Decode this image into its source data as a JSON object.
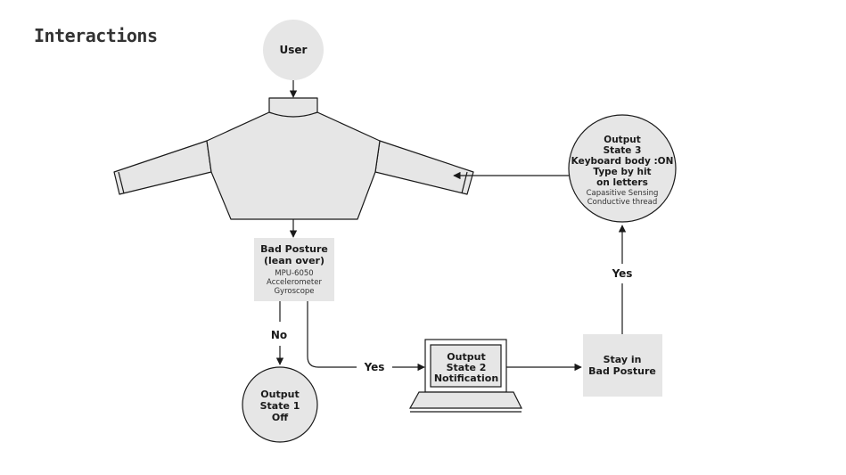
{
  "title": "Interactions",
  "colors": {
    "node_fill": "#e6e6e6",
    "stroke": "#1a1a1a",
    "sweater_fill": "#e6e6e6"
  },
  "nodes": {
    "user": {
      "label": "User"
    },
    "bad_posture": {
      "lines": [
        "Bad Posture",
        "(lean over)"
      ],
      "sub": [
        "MPU-6050",
        "Accelerometer",
        "Gyroscope"
      ]
    },
    "output1": {
      "lines": [
        "Output",
        "State 1",
        "Off"
      ]
    },
    "output2": {
      "lines": [
        "Output",
        "State 2",
        "Notification"
      ]
    },
    "stay": {
      "lines": [
        "Stay in",
        "Bad Posture"
      ]
    },
    "output3": {
      "lines": [
        "Output",
        "State 3",
        "Keyboard body :ON",
        "Type by hit",
        "on letters"
      ],
      "sub": [
        "Capasitive Sensing",
        "Conductive thread"
      ]
    }
  },
  "edges": {
    "no_label": "No",
    "yes_label_1": "Yes",
    "yes_label_2": "Yes"
  }
}
